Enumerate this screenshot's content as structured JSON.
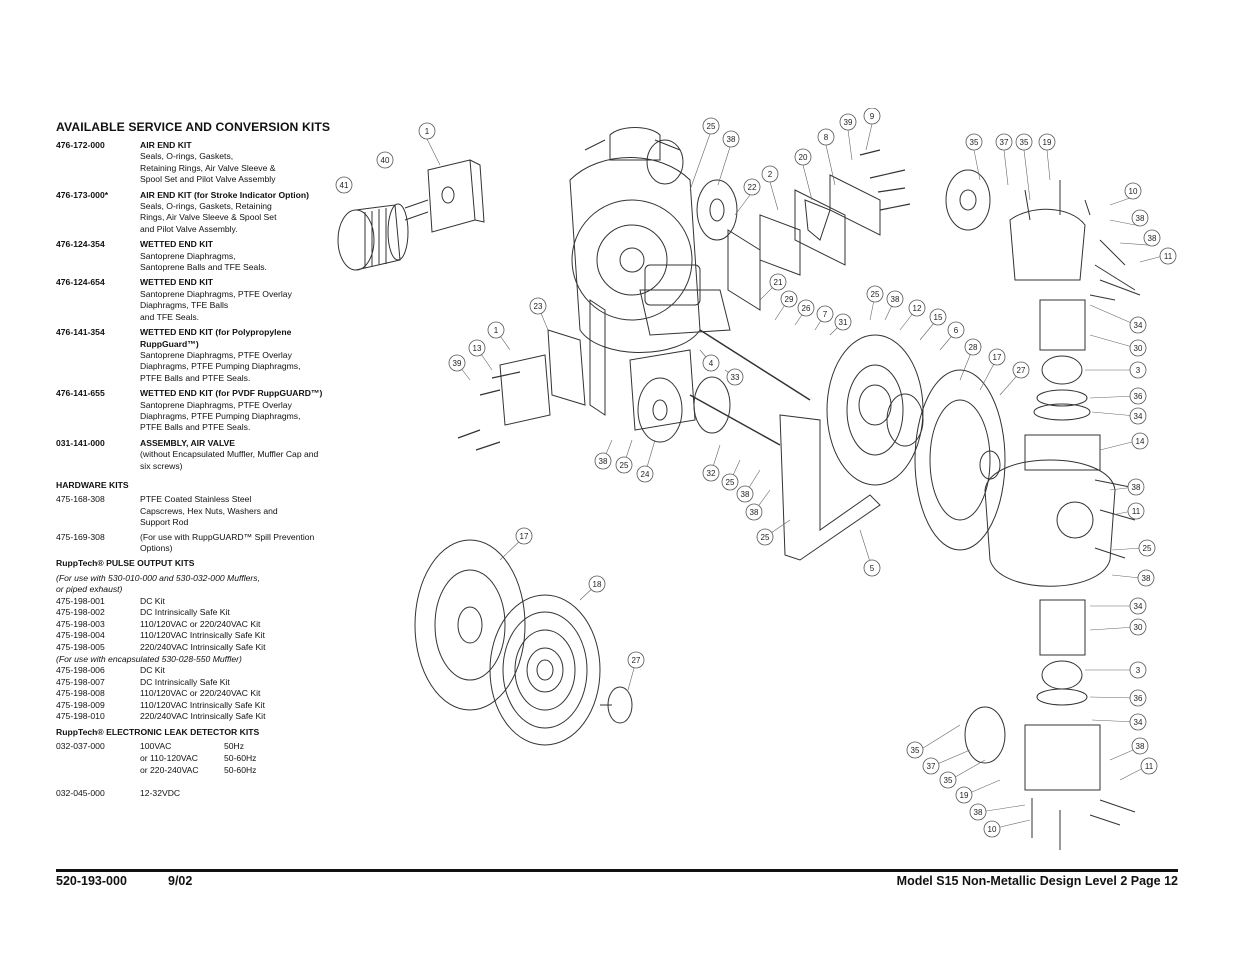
{
  "kits_section": {
    "title": "AVAILABLE SERVICE AND CONVERSION KITS",
    "kits": [
      {
        "part": "476-172-000",
        "name": "AIR END KIT",
        "desc": "Seals, O-rings, Gaskets,\nRetaining Rings, Air Valve Sleeve &\nSpool Set and Pilot Valve Assembly"
      },
      {
        "part": "476-173-000*",
        "name": "AIR END KIT (for Stroke Indicator Option)",
        "desc": "Seals, O-rings, Gaskets, Retaining\nRings, Air Valve Sleeve & Spool Set\nand Pilot Valve Assembly."
      },
      {
        "part": "476-124-354",
        "name": "WETTED END KIT",
        "desc": "Santoprene Diaphragms,\nSantoprene Balls and  TFE Seals."
      },
      {
        "part": "476-124-654",
        "name": "WETTED END KIT",
        "desc": "Santoprene Diaphragms, PTFE Overlay\nDiaphragms, TFE Balls\nand TFE Seals."
      },
      {
        "part": "476-141-354",
        "name": "WETTED END KIT (for Polypropylene RuppGuard™)",
        "desc": "Santoprene Diaphragms, PTFE Overlay\nDiaphragms, PTFE Pumping Diaphragms,\nPTFE Balls and PTFE Seals."
      },
      {
        "part": "476-141-655",
        "name": "WETTED END KIT (for PVDF RuppGUARD™)",
        "desc": "Santoprene Diaphragms, PTFE  Overlay\nDiaphragms, PTFE Pumping Diaphragms,\nPTFE Balls and PTFE Seals."
      },
      {
        "part": "031-141-000",
        "name": "ASSEMBLY, AIR VALVE",
        "desc": "(without Encapsulated Muffler, Muffler Cap and\nsix screws)"
      }
    ],
    "hardware": {
      "title": "HARDWARE  KITS",
      "items": [
        {
          "part": "475-168-308",
          "desc": "PTFE Coated Stainless Steel\nCapscrews, Hex Nuts, Washers and\nSupport Rod"
        },
        {
          "part": "475-169-308",
          "desc": "(For use with RuppGUARD™ Spill Prevention\nOptions)"
        }
      ]
    },
    "pulse": {
      "title": "RuppTech® PULSE OUTPUT KITS",
      "note1": "(For use with 530-010-000 and 530-032-000 Mufflers,\nor piped exhaust)",
      "items1": [
        {
          "part": "475-198-001",
          "desc": "DC Kit"
        },
        {
          "part": "475-198-002",
          "desc": "DC Intrinsically Safe Kit"
        },
        {
          "part": "475-198-003",
          "desc": "110/120VAC or 220/240VAC Kit"
        },
        {
          "part": "475-198-004",
          "desc": "110/120VAC Intrinsically Safe Kit"
        },
        {
          "part": "475-198-005",
          "desc": "220/240VAC Intrinsically Safe Kit"
        }
      ],
      "note2": "(For use with encapsulated 530-028-550 Muffler)",
      "items2": [
        {
          "part": "475-198-006",
          "desc": "DC Kit"
        },
        {
          "part": "475-198-007",
          "desc": "DC Intrinsically Safe Kit"
        },
        {
          "part": "475-198-008",
          "desc": "110/120VAC or 220/240VAC Kit"
        },
        {
          "part": "475-198-009",
          "desc": "110/120VAC Intrinsically Safe Kit"
        },
        {
          "part": "475-198-010",
          "desc": "220/240VAC Intrinsically Safe Kit"
        }
      ]
    },
    "leak": {
      "title": "RuppTech® ELECTRONIC LEAK DETECTOR KITS",
      "rows": [
        {
          "part": "032-037-000",
          "c1": "100VAC",
          "c2": "50Hz"
        },
        {
          "part": "",
          "c1": "or 110-120VAC",
          "c2": "50-60Hz"
        },
        {
          "part": "",
          "c1": "or 220-240VAC",
          "c2": "50-60Hz"
        }
      ],
      "row_last": {
        "part": "032-045-000",
        "c1": "12-32VDC",
        "c2": ""
      }
    }
  },
  "diagram_callouts": [
    "1",
    "41",
    "40",
    "25",
    "38",
    "8",
    "39",
    "9",
    "20",
    "22",
    "2",
    "35",
    "37",
    "35",
    "19",
    "10",
    "38",
    "38",
    "11",
    "21",
    "29",
    "26",
    "7",
    "31",
    "25",
    "38",
    "12",
    "15",
    "6",
    "28",
    "17",
    "27",
    "34",
    "30",
    "3",
    "36",
    "34",
    "14",
    "23",
    "1",
    "13",
    "39",
    "4",
    "33",
    "38",
    "25",
    "24",
    "32",
    "25",
    "38",
    "38",
    "25",
    "5",
    "38",
    "11",
    "25",
    "38",
    "34",
    "30",
    "3",
    "36",
    "34",
    "35",
    "37",
    "35",
    "19",
    "38",
    "10",
    "38",
    "11",
    "17",
    "18",
    "27"
  ],
  "footer": {
    "doc_number": "520-193-000",
    "date": "9/02",
    "right": "Model S15 Non-Metallic Design Level 2 Page 12"
  }
}
